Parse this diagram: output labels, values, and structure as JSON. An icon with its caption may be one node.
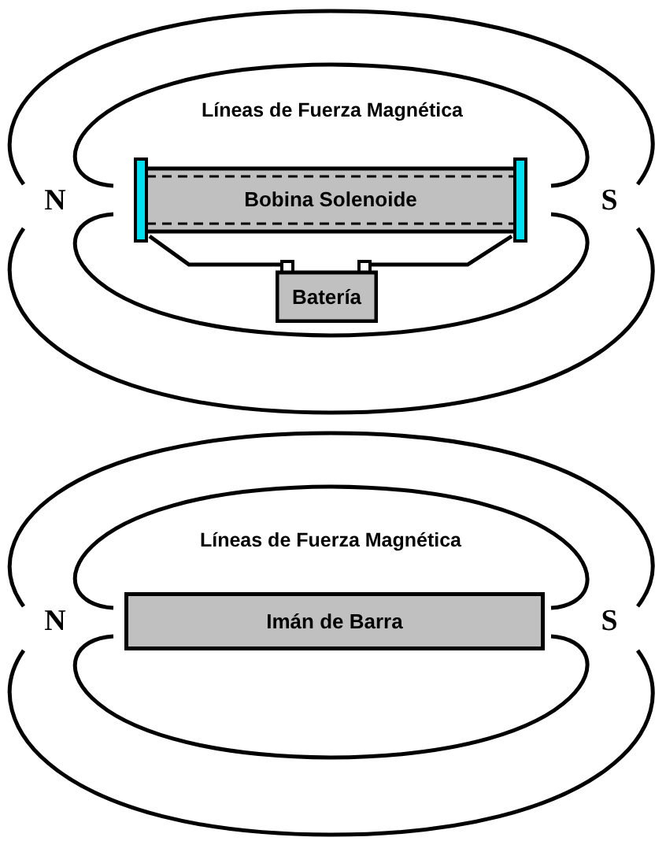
{
  "diagram": {
    "nodes": [
      {
        "text": [
          "Bobina Solenoide"
        ]
      },
      {
        "text": [
          "Batería"
        ]
      },
      {
        "text": [
          "Imán de Barra"
        ]
      }
    ],
    "edges": [
      {
        "from": 0,
        "to": 1,
        "arrow": "none"
      },
      {
        "from": 0,
        "to": 1,
        "arrow": "none"
      }
    ],
    "labels": [
      "Líneas de Fuerza Magnética",
      "N",
      "S",
      "Líneas de Fuerza Magnética",
      "N",
      "S"
    ]
  }
}
